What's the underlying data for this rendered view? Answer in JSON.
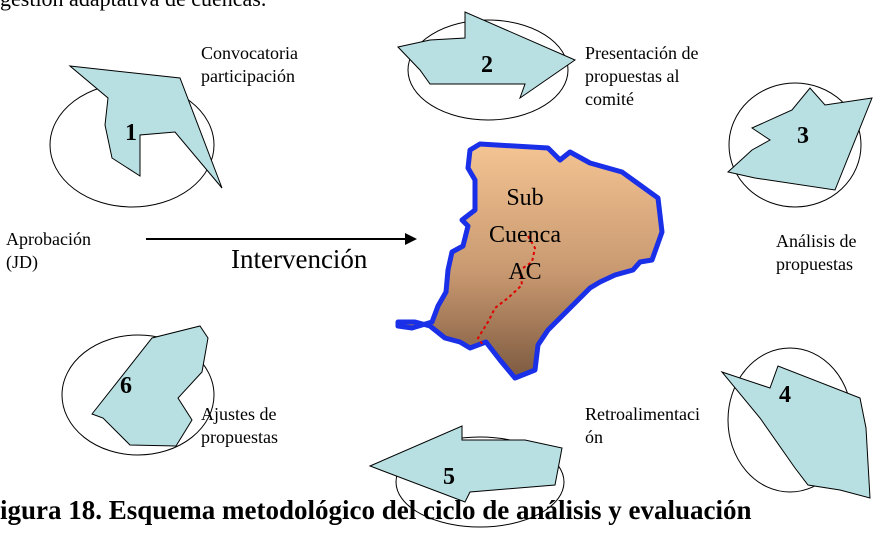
{
  "header_text": "gestión adaptativa de cuencas.",
  "caption": "igura 18. Esquema metodológico del ciclo de análisis y evaluación",
  "intervention_label": "Intervención",
  "approval_label": "Aprobación\n(JD)",
  "basin": {
    "line1": "Sub",
    "line2": "Cuenca",
    "line3": "AC"
  },
  "steps": [
    {
      "number": "1",
      "label": "Convocatoria\nparticipación"
    },
    {
      "number": "2",
      "label": "Presentación de\npropuestas al\ncomité"
    },
    {
      "number": "3",
      "label": "Análisis de\npropuestas"
    },
    {
      "number": "4",
      "label": "Retroalimentaci\nón"
    },
    {
      "number": "5",
      "label": ""
    },
    {
      "number": "6",
      "label": "Ajustes de\npropuestas"
    }
  ],
  "colors": {
    "arrow_fill": "#b8e0e2",
    "basin_outline": "#1a2fe8",
    "basin_top": "#f4c493",
    "basin_bottom": "#7d5a40",
    "river": "#e00000"
  }
}
